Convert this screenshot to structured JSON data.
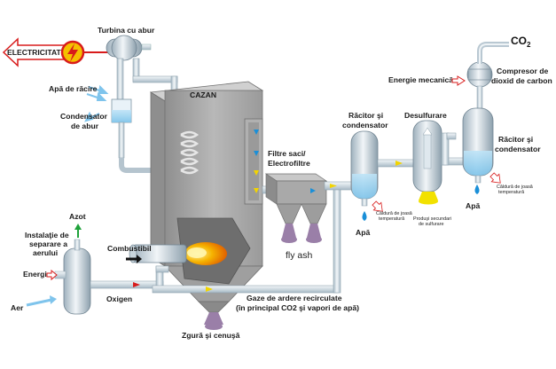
{
  "labels": {
    "electricitate": "ELECTRICITATE",
    "turbina": "Turbina cu abur",
    "apa_racire": "Apă de răcire",
    "condensator_abur_1": "Condensator",
    "condensator_abur_2": "de abur",
    "cazan": "CAZAN",
    "filtre_1": "Filtre saci/",
    "filtre_2": "Electrofiltre",
    "fly_ash": "fly ash",
    "racitor1_1": "Răcitor şi",
    "racitor1_2": "condensator",
    "desulfurare": "Desulfurare",
    "compresor_1": "Compresor de",
    "compresor_2": "dioxid de carbon",
    "energie_mecanica": "Energie mecanică",
    "co2": "CO",
    "co2_sub": "2",
    "racitor2_1": "Răcitor şi",
    "racitor2_2": "condensator",
    "caldura1_1": "Căldură de joasă",
    "caldura1_2": "temperatură",
    "produsi_1": "Produşi secundari",
    "produsi_2": "de sulfurare",
    "caldura2_1": "Căldură de joasă",
    "caldura2_2": "temperatură",
    "apa1": "Apă",
    "apa2": "Apă",
    "azot": "Azot",
    "separare_1": "Instalaţie de",
    "separare_2": "separare a",
    "separare_3": "aerului",
    "energie": "Energie",
    "aer": "Aer",
    "oxigen": "Oxigen",
    "combustibil": "Combustibil",
    "gaze_1": "Gaze de ardere recirculate",
    "gaze_2": "(în principal CO2 şi vapori de apă)",
    "zgura": "Zgură şi cenuşă"
  },
  "colors": {
    "equipment": "#c7d4dc",
    "boiler": "#a8a8a8",
    "pipe": "#d2dde4",
    "flame": "#f0a000",
    "water": "#1a8fd8",
    "arrow_red": "#d81b1b",
    "arrow_green": "#1fa23a",
    "sulfur": "#f2e100",
    "ash": "#9a7fa8",
    "bolt": "#f5b800"
  }
}
